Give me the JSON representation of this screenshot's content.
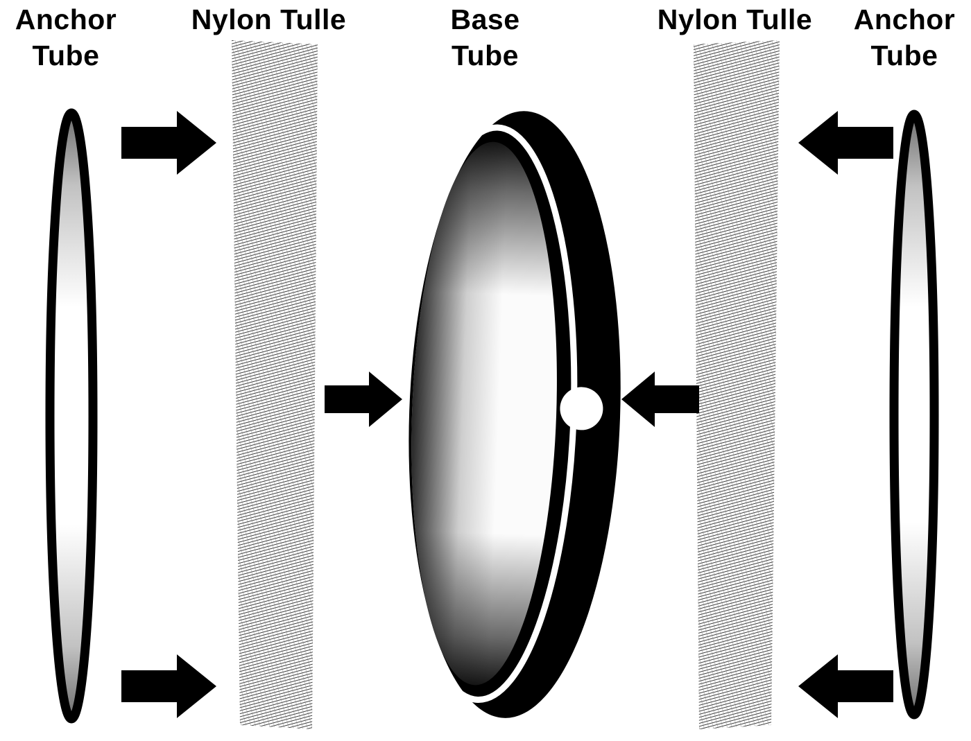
{
  "figure": {
    "labels": {
      "anchor_tube_left": "Anchor Tube",
      "nylon_tulle_left": "Nylon Tulle",
      "base_tube": "Base Tube",
      "nylon_tulle_right": "Nylon Tulle",
      "anchor_tube_right": "Anchor Tube"
    },
    "colors": {
      "ink": "#000000",
      "background": "#ffffff",
      "mesh_line_dark": "#2a2a2a",
      "mesh_line_light": "#8a8a8a"
    }
  }
}
